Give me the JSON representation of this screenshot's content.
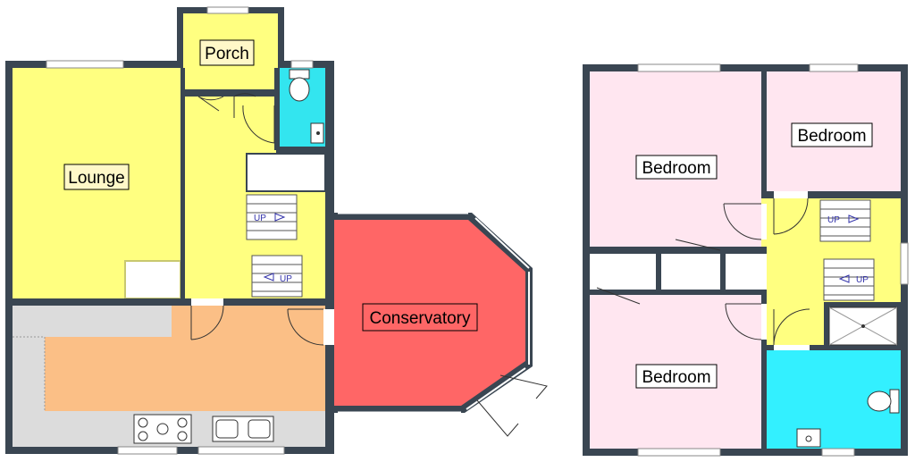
{
  "floorplan": {
    "ground_floor": {
      "rooms": [
        {
          "id": "porch",
          "label": "Porch",
          "color": "#ffff80"
        },
        {
          "id": "lounge",
          "label": "Lounge",
          "color": "#ffff80"
        },
        {
          "id": "hall",
          "label": "",
          "color": "#ffff80"
        },
        {
          "id": "wc",
          "label": "",
          "color": "#33e5ef"
        },
        {
          "id": "kitchen",
          "label": "",
          "color": "#fbbf86"
        },
        {
          "id": "conservatory",
          "label": "Conservatory",
          "color": "#ff6666"
        }
      ],
      "stairs_label": "UP"
    },
    "first_floor": {
      "rooms": [
        {
          "id": "bedroom-1",
          "label": "Bedroom",
          "color": "#ffe6f0"
        },
        {
          "id": "bedroom-2",
          "label": "Bedroom",
          "color": "#ffe6f0"
        },
        {
          "id": "bedroom-3",
          "label": "Bedroom",
          "color": "#ffe6f0"
        },
        {
          "id": "landing",
          "label": "",
          "color": "#ffff80"
        },
        {
          "id": "bathroom",
          "label": "",
          "color": "#33f0ff"
        }
      ],
      "stairs_label": "UP"
    },
    "wall_color": "#3a4652",
    "wall_highlight": "#c8c870"
  }
}
